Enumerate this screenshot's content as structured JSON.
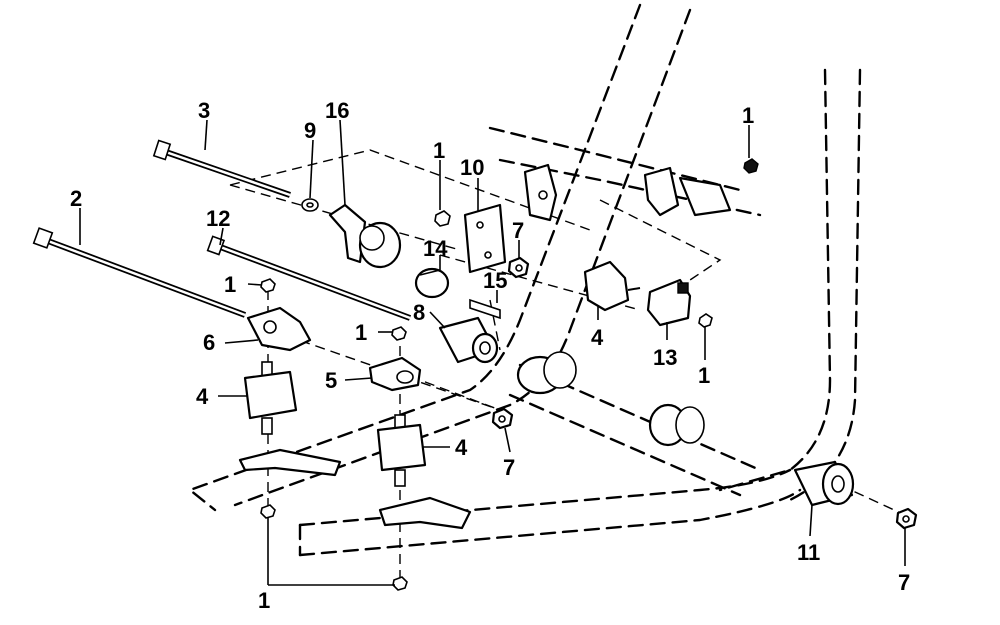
{
  "diagram": {
    "callouts": [
      {
        "id": "c-3",
        "text": "3"
      },
      {
        "id": "c-16",
        "text": "16"
      },
      {
        "id": "c-9",
        "text": "9"
      },
      {
        "id": "c-1a",
        "text": "1"
      },
      {
        "id": "c-10",
        "text": "10"
      },
      {
        "id": "c-1b",
        "text": "1"
      },
      {
        "id": "c-2",
        "text": "2"
      },
      {
        "id": "c-12",
        "text": "12"
      },
      {
        "id": "c-7a",
        "text": "7"
      },
      {
        "id": "c-14",
        "text": "14"
      },
      {
        "id": "c-1c",
        "text": "1"
      },
      {
        "id": "c-15",
        "text": "15"
      },
      {
        "id": "c-8",
        "text": "8"
      },
      {
        "id": "c-1d",
        "text": "1"
      },
      {
        "id": "c-6",
        "text": "6"
      },
      {
        "id": "c-4a",
        "text": "4"
      },
      {
        "id": "c-13",
        "text": "13"
      },
      {
        "id": "c-1e",
        "text": "1"
      },
      {
        "id": "c-5",
        "text": "5"
      },
      {
        "id": "c-4b",
        "text": "4"
      },
      {
        "id": "c-4c",
        "text": "4"
      },
      {
        "id": "c-7b",
        "text": "7"
      },
      {
        "id": "c-11",
        "text": "11"
      },
      {
        "id": "c-7c",
        "text": "7"
      },
      {
        "id": "c-1f",
        "text": "1"
      }
    ]
  }
}
